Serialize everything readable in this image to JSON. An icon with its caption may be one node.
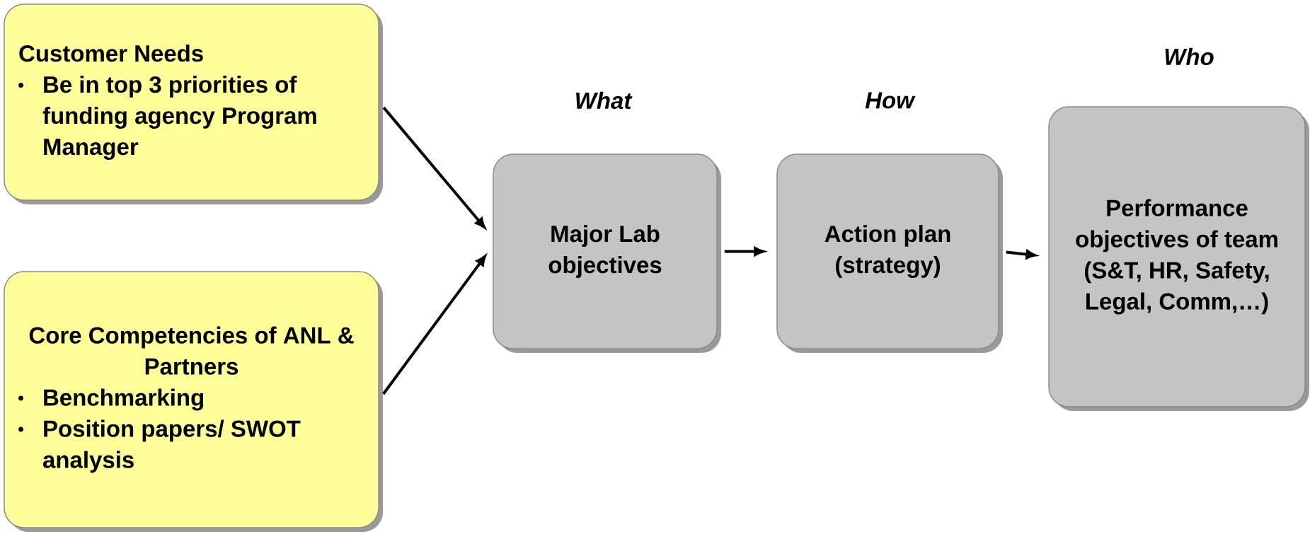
{
  "diagram": {
    "nodes": [
      {
        "text": [
          "Customer Needs",
          "Be in top 3 priorities of funding agency Program Manager"
        ]
      },
      {
        "text": [
          "Core Competencies of ANL & Partners",
          "Benchmarking",
          "Position papers/ SWOT analysis"
        ]
      },
      {
        "text": [
          "What",
          "Major Lab objectives"
        ]
      },
      {
        "text": [
          "How",
          "Action plan (strategy)"
        ]
      },
      {
        "text": [
          "Who",
          "Performance objectives of team (S&T, HR, Safety, Legal, Comm,…)"
        ]
      }
    ],
    "edges": [
      {
        "from": 0,
        "to": 2,
        "arrow": "to"
      },
      {
        "from": 1,
        "to": 2,
        "arrow": "to"
      },
      {
        "from": 2,
        "to": 3,
        "arrow": "to"
      },
      {
        "from": 3,
        "to": 4,
        "arrow": "to"
      }
    ]
  }
}
